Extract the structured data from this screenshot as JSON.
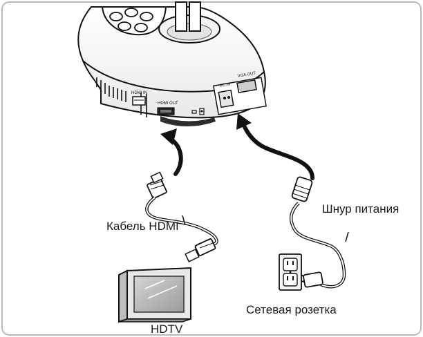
{
  "device": {
    "ports": {
      "hdmi_in": "HDMI IN",
      "hdmi_out": "HDMI OUT",
      "ac_in": "AC IN",
      "vga_out": "VGA OUT"
    }
  },
  "labels": {
    "hdmi_cable": "Кабель HDMI",
    "power_cord": "Шнур питания",
    "wall_outlet": "Сетевая розетка",
    "hdtv": "HDTV"
  }
}
